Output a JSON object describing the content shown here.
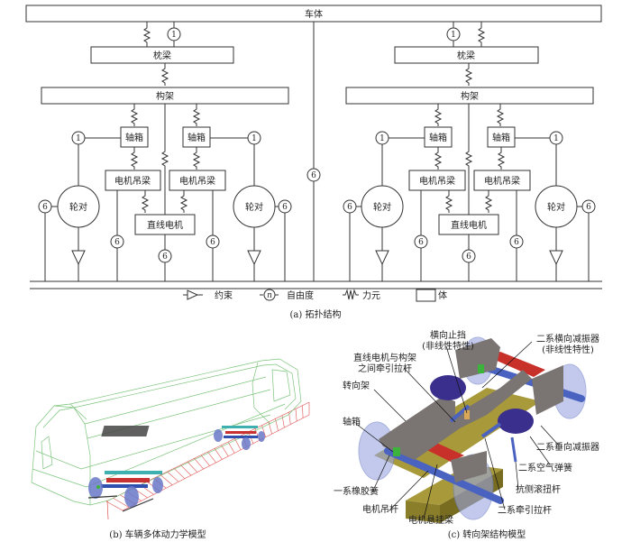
{
  "topology": {
    "body": "车体",
    "bolster": "枕梁",
    "frame": "构架",
    "axlebox": "轴箱",
    "motor_beam": "电机吊梁",
    "linear_motor": "直线电机",
    "wheelset": "轮对",
    "dof_one": "1",
    "dof_six": "6",
    "caption": "(a)  拓扑结构"
  },
  "legend": {
    "constraint": "约束",
    "dof_symbol": "n",
    "dof": "自由度",
    "force": "力元",
    "body": "体"
  },
  "vehicle_model": {
    "caption": "(b)   车辆多体动力学模型",
    "colors": {
      "carbody_wireframe": "#7cc47c",
      "track": "#e05050",
      "frame": "#555555",
      "wheel": "#6a78c8",
      "beam": "#c83232"
    }
  },
  "bogie_model": {
    "caption": "(c)   转向架结构模型",
    "labels": {
      "lateral_stop": "横向止挡",
      "lateral_stop_note": "(非线性特性)",
      "motor_rod": "直线电机与构架",
      "motor_rod_2": "之间牵引拉杆",
      "bogie": "转向架",
      "axlebox": "轴箱",
      "primary_rubber": "一系橡胶簧",
      "motor_hanger": "电机吊杆",
      "motor_beam": "电机悬挂梁",
      "sec_lateral_damper": "二系横向减振器",
      "sec_lateral_damper_note": "(非线性特性)",
      "sec_vertical_damper": "二系垂向减振器",
      "air_spring": "二系空气弹簧",
      "anti_roll": "抗侧滚扭杆",
      "traction_rod": "二系牵引拉杆"
    },
    "colors": {
      "frame": "#7a7472",
      "beam": "#c8302a",
      "axle": "#4a62c0",
      "motor": "#a89a3a",
      "air_spring": "#3a2f8c",
      "wheel": "#9aa6e0"
    }
  }
}
